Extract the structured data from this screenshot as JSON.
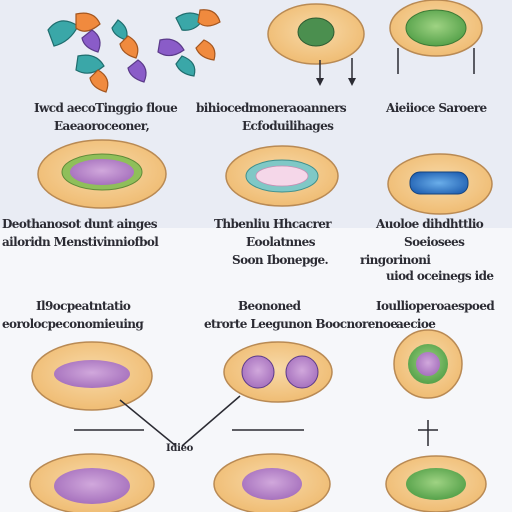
{
  "labels": {
    "row1_left": "Iwcd aecoTinggio floue",
    "row1_left_2": "Eaeaoroceoner,",
    "row1_mid": "bihiocedmoneraoanners",
    "row1_mid_2": "Ecfoduilihages",
    "row1_right": "Aieiioce Saroere",
    "row2_left": "Deothanosot dunt ainges",
    "row2_left_2": "ailoridn Menstivinniofbol",
    "row2_mid": "Thbenliu Hhcacrer",
    "row2_mid_2": "Eoolatnnes",
    "row2_mid_3": "Soon Ibonepge.",
    "row2_right": "Auoloe dihdhttlio",
    "row2_right_2": "Soeiosees",
    "row2_right_3": "ringorinoni",
    "row2_right_4": "uiod oceinegs ide",
    "row3_left": "Il9ocpeatntatio",
    "row3_left_2": "eorolocpeconomieuing",
    "row3_mid": "Beononed",
    "row3_mid_2": "etrorte Leegunon Boocnorenoe",
    "row3_right": "Ioullioperoaespoed",
    "row3_right_2": "aecioe",
    "row4_mid": "Idieo"
  },
  "colors": {
    "cell_outer": "#f2c98a",
    "cell_border": "#b98a54",
    "cell_purple": "#b07ac0",
    "cell_green": "#6dad56",
    "cell_blue": "#2f74c4",
    "cell_teal": "#7fc8c6",
    "arrow": "#2b2b33",
    "chromosome_teal": "#3aa7a8",
    "chromosome_orange": "#f08a3e",
    "chromosome_purple": "#8a5cc8"
  },
  "icons": [
    "chromosome-icon",
    "cell-icon",
    "arrow-icon"
  ]
}
